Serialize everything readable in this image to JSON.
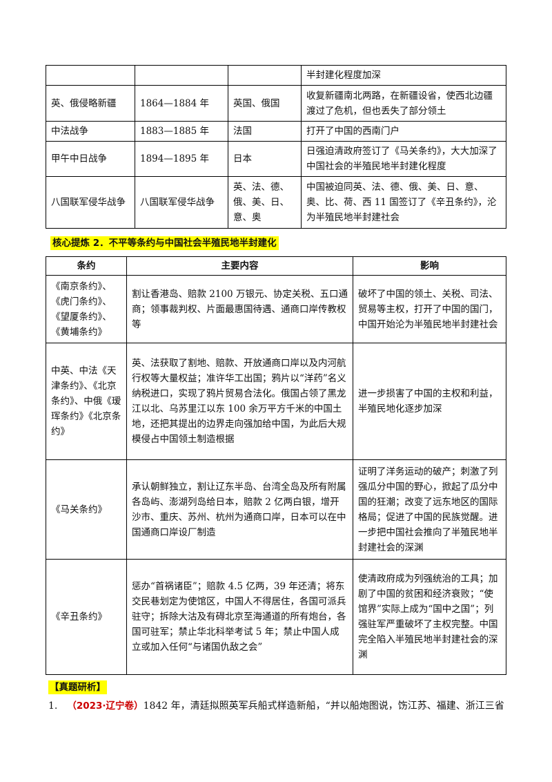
{
  "table1": {
    "rows": [
      {
        "event": "",
        "time": "",
        "country": "",
        "impact": "半封建化程度加深"
      },
      {
        "event": "英、俄侵略新疆",
        "time": "1864—1884 年",
        "country": "英国、俄国",
        "impact": "收复新疆南北两路，在新疆设省，使西北边疆渡过了危机，但也丢失了部分领土"
      },
      {
        "event": "中法战争",
        "time": "1883—1885 年",
        "country": "法国",
        "impact": "打开了中国的西南门户"
      },
      {
        "event": "甲午中日战争",
        "time": "1894—1895 年",
        "country": "日本",
        "impact": "日强迫清政府签订了《马关条约》，大大加深了中国社会的半殖民地半封建化程度"
      },
      {
        "event": "八国联军侵华战争",
        "time": "八国联军侵华战争",
        "country": "英、法、德、俄、美、日、意、奥",
        "impact": "中国被迫同英、法、德、俄、美、日、意、奥、比、荷、西 11 国签订了《辛丑条约》，沦为半殖民地半封建社会"
      }
    ]
  },
  "section2": {
    "title": "核心提炼 2．不平等条约与中国社会半殖民地半封建化"
  },
  "table2": {
    "headers": [
      "条约",
      "主要内容",
      "影响"
    ],
    "rows": [
      {
        "treaty": "《南京条约》、《虎门条约》、《望厦条约》、《黄埔条约》",
        "content": "割让香港岛、赔款 2100 万银元、协定关税、五口通商；领事裁判权、片面最惠国待遇、通商口岸传教权等",
        "impact": "破坏了中国的领土、关税、司法、贸易等主权，打开了中国的国门，中国开始沦为半殖民地半封建社会"
      },
      {
        "treaty": "中英、中法《天津条约》、《北京条约》、中俄《瑷珲条约》《北京条约》",
        "content": "英、法获取了割地、赔款、开放通商口岸以及内河航行权等大量权益；准许华工出国；鸦片以“洋药”名义纳税进口，实现了鸦片贸易合法化。俄国占领了黑龙江以北、乌苏里江以东 100 余万平方千米的中国土地，还把其提出的边界走向强加给中国，为此后大规模侵占中国领土制造根据",
        "impact": "进一步损害了中国的主权和利益，半殖民地化逐步加深"
      },
      {
        "treaty": "《马关条约》",
        "content": "承认朝鲜独立，割让辽东半岛、台湾全岛及所有附属各岛屿、澎湖列岛给日本，赔款 2 亿两白银，增开沙市、重庆、苏州、杭州为通商口岸，日本可以在中国通商口岸设厂制造",
        "impact": "证明了洋务运动的破产；刺激了列强瓜分中国的野心，掀起了瓜分中国的狂潮；改变了远东地区的国际格局；促进了中国的民族觉醒。进一步把中国社会推向了半殖民地半封建社会的深渊"
      },
      {
        "treaty": "《辛丑条约》",
        "content": "惩办“首祸诸臣”；赔款 4.5 亿两，39 年还清；将东交民巷划定为使馆区，中国人不得居住，各国可派兵驻守；拆除大沽及有碍北京至海通道的所有炮台，各国可驻军；禁止华北科举考试 5 年；禁止中国人成立或加入任何“与诸国仇敌之会”",
        "impact": "使清政府成为列强统治的工具；加剧了中国的贫困和经济衰败；“使馆界”实际上成为“国中之国”；列强驻军严重破坏了主权完整。中国完全陷入半殖民地半封建社会的深渊"
      }
    ]
  },
  "analysis": {
    "label": "【真题研析】"
  },
  "question": {
    "number": "1.",
    "source": "（2023·辽宁卷）",
    "text": "1842 年，清廷拟照英军兵船式样造新船，“并以船炮图说，饬江苏、福建、浙江三省"
  },
  "colors": {
    "highlight": "#ffff00",
    "source_red": "#cc0000",
    "border": "#000000"
  }
}
